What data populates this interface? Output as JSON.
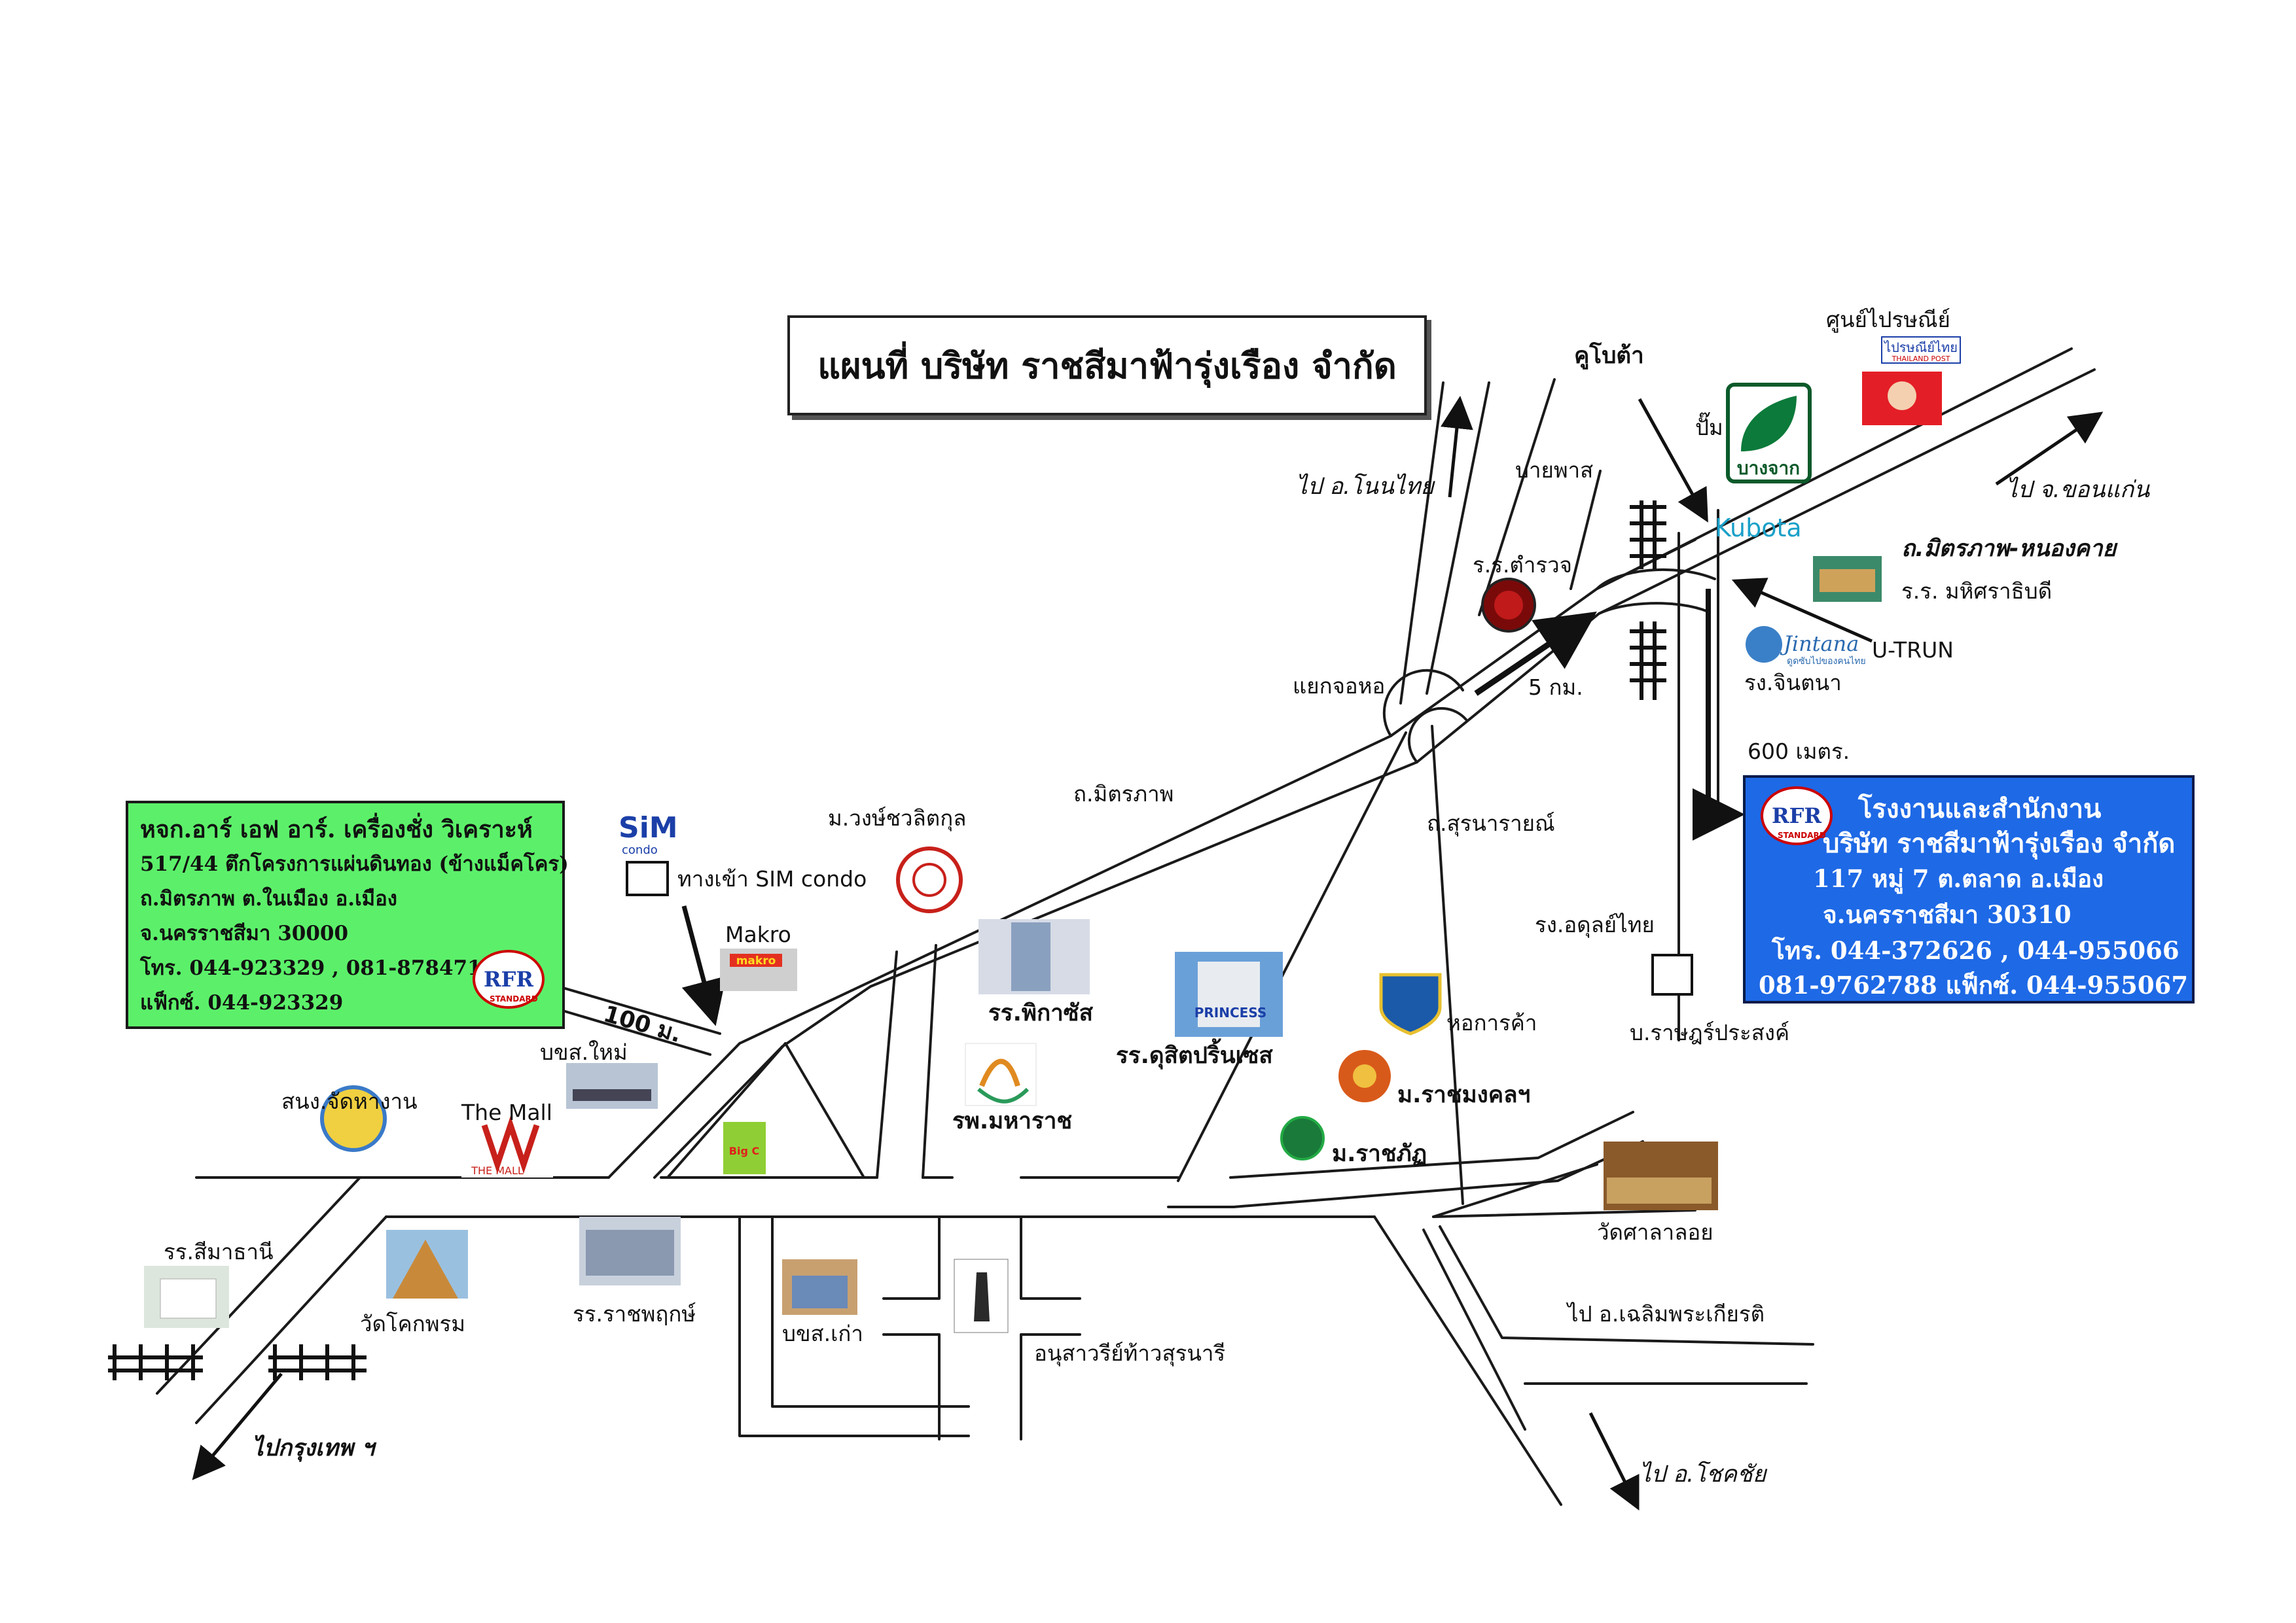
{
  "title": "แผนที่ บริษัท ราชสีมาฟ้ารุ่งเรือง จำกัด",
  "branch_box": {
    "name": "หจก.อาร์ เอฟ อาร์. เครื่องชั่ง วิเคราะห์",
    "address1": "517/44 ตึกโครงการแผ่นดินทอง (ข้างแม็คโคร)",
    "address2": "ถ.มิตรภาพ ต.ในเมือง อ.เมือง",
    "address3": "จ.นครราชสีมา 30000",
    "phone": "โทร. 044-923329 , 081-8784717",
    "fax": "แฟ็กซ์. 044-923329",
    "logo_text": "RFR",
    "logo_sub": "STANDARD"
  },
  "hq_box": {
    "line1": "โรงงานและสำนักงาน",
    "line2": "บริษัท ราชสีมาฟ้ารุ่งเรือง จำกัด",
    "line3": "117 หมู่ 7 ต.ตลาด อ.เมือง",
    "line4": "จ.นครราชสีมา 30310",
    "line5": "โทร. 044-372626 , 044-955066",
    "line6": "081-9762788 แฟ็กซ์. 044-955067",
    "logo_text": "RFR",
    "logo_sub": "STANDARD"
  },
  "labels": {
    "kubota_arrow": "คูโบต้า",
    "post_center": "ศูนย์ไปรษณีย์",
    "thailand_post": "ไปรษณีย์ไทย",
    "thailand_post_en": "THAILAND POST",
    "pump": "ปั๊ม",
    "bangchak": "บางจาก",
    "kubota_logo": "Kubota",
    "to_non_thai": "ไป อ.โนนไทย",
    "bypass": "บายพาส",
    "to_khon_kaen": "ไป จ.ขอนแก่น",
    "mittraphap_nongkhai": "ถ.มิตรภาพ-หนองคาย",
    "mahisarathibodi": "ร.ร. มหิศราธิบดี",
    "police_school": "ร.ร.ตำรวจ",
    "chintana_logo": "Jintana",
    "chintana_sub": "ดูดซับไปของคนไทย",
    "u_turn": "U-TRUN",
    "chintana_factory": "รง.จินตนา",
    "jor_hor_junction": "แยกจอหอ",
    "five_km": "5 กม.",
    "six_hundred_m": "600 เมตร.",
    "mittraphap_rd": "ถ.มิตรภาพ",
    "suranarai_rd": "ถ.สุรนารายณ์",
    "sim_logo": "SiM",
    "sim_logo_sub": "condo",
    "sim_entrance": "ทางเข้า SIM condo",
    "vongchavalitkul": "ม.วงษ์ชวลิตกุล",
    "makro": "Makro",
    "makro_sign": "makro",
    "hundred_m": "100 ม.",
    "new_bus": "บขส.ใหม่",
    "employment_office": "สนง.จัดหางาน",
    "the_mall": "The Mall",
    "the_mall_sub": "THE MALL",
    "bigc": "Big C",
    "pikasan": "รร.พิกาซัส",
    "maharat_hosp": "รพ.มหาราช",
    "dusit_princess": "รร.ดุสิตปริ้นเซส",
    "princess_sign": "PRINCESS",
    "chamber": "หอการค้า",
    "rajamangala": "ม.ราชมงคลฯ",
    "rajabhat": "ม.ราชภัฏ",
    "adun_thai": "รง.อดุลย์ไทย",
    "rat_prasong": "บ.ราษฎร์ประสงค์",
    "wat_sala_loi": "วัดศาลาลอย",
    "simathani": "รร.สีมาธานี",
    "wat_khok_phrom": "วัดโคกพรม",
    "ratchaphruek": "รร.ราชพฤกษ์",
    "old_bus": "บขส.เก่า",
    "thao_suranari": "อนุสาวรีย์ท้าวสุรนารี",
    "to_chaloem": "ไป อ.เฉลิมพระเกียรติ",
    "to_bangkok": "ไปกรุงเทพ ฯ",
    "to_chok_chai": "ไป อ.โชคชัย"
  },
  "colors": {
    "branch_box": "#5cf06a",
    "hq_box": "#1e69e6",
    "road": "#1a1a1a"
  },
  "icons": {
    "arrows": "black-arrow",
    "rail": "railway-track-icon"
  }
}
